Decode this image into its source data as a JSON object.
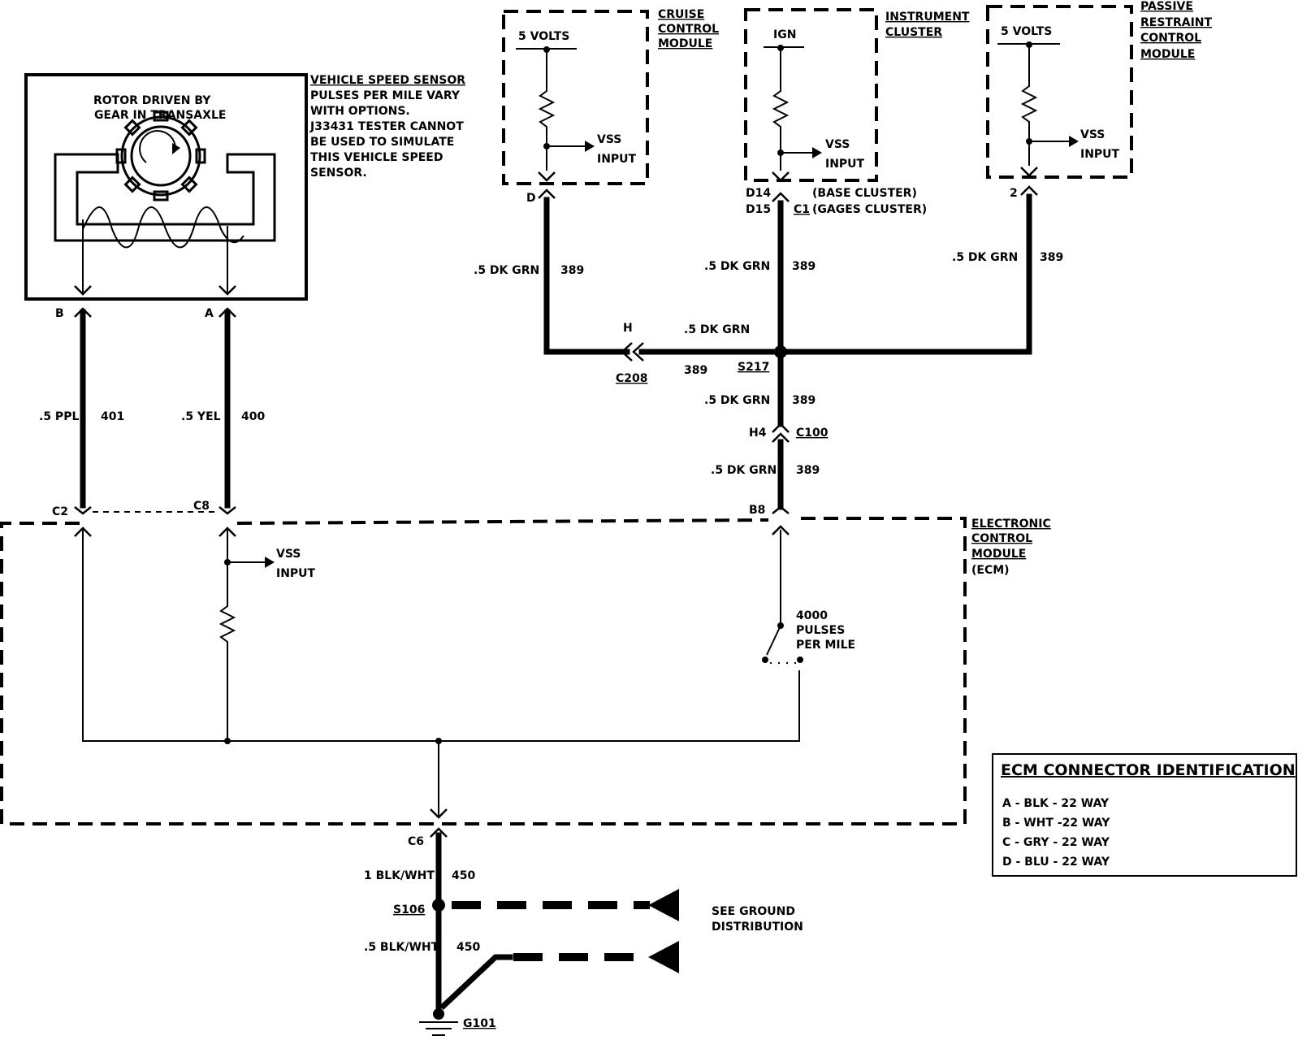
{
  "modules": {
    "cruise": {
      "title_lines": [
        "CRUISE",
        "CONTROL",
        "MODULE"
      ],
      "source": "5 VOLTS",
      "output_lines": [
        "VSS",
        "INPUT"
      ],
      "pin": "D"
    },
    "cluster": {
      "title_lines": [
        "INSTRUMENT",
        "CLUSTER"
      ],
      "source": "IGN",
      "output_lines": [
        "VSS",
        "INPUT"
      ],
      "pins": [
        "D14",
        "D15"
      ],
      "pin_note_1": "(BASE CLUSTER)",
      "pin_note_2_id": "C1",
      "pin_note_2_text": "(GAGES CLUSTER)"
    },
    "passive": {
      "title_lines": [
        "PASSIVE",
        "RESTRAINT",
        "CONTROL",
        "MODULE"
      ],
      "source": "5 VOLTS",
      "output_lines": [
        "VSS",
        "INPUT"
      ],
      "pin": "2"
    },
    "ecm": {
      "title_lines": [
        "ELECTRONIC",
        "CONTROL",
        "MODULE",
        "(ECM)"
      ],
      "output_lines": [
        "VSS",
        "INPUT"
      ],
      "switch_lines": [
        "4000",
        "PULSES",
        "PER MILE"
      ]
    }
  },
  "sensor": {
    "rotor_lines": [
      "ROTOR DRIVEN BY",
      "GEAR IN TRANSAXLE"
    ],
    "note_lines": [
      "VEHICLE SPEED SENSOR",
      "PULSES PER MILE VARY",
      "WITH OPTIONS.",
      "J33431 TESTER CANNOT",
      "BE USED TO SIMULATE",
      "THIS VEHICLE SPEED",
      "SENSOR."
    ],
    "pin_b": "B",
    "pin_a": "A"
  },
  "wires": {
    "ppl": {
      "gauge_color": ".5 PPL",
      "circuit": "401"
    },
    "yel": {
      "gauge_color": ".5 YEL",
      "circuit": "400"
    },
    "cruise_grn": {
      "gauge_color": ".5 DK GRN",
      "circuit": "389"
    },
    "cluster_grn": {
      "gauge_color": ".5 DK GRN",
      "circuit": "389"
    },
    "passive_grn": {
      "gauge_color": ".5 DK GRN",
      "circuit": "389"
    },
    "h_grn": {
      "gauge_color": ".5 DK GRN",
      "circuit": "389"
    },
    "s217_down": {
      "gauge_color": ".5 DK GRN",
      "circuit": "389"
    },
    "c100_down": {
      "gauge_color": ".5 DK GRN",
      "circuit": "389"
    },
    "ground_1": {
      "gauge_color": "1 BLK/WHT",
      "circuit": "450"
    },
    "ground_2": {
      "gauge_color": ".5 BLK/WHT",
      "circuit": "450"
    }
  },
  "connectors": {
    "h": "H",
    "c208": "C208",
    "s217": "S217",
    "h4": "H4",
    "c100": "C100",
    "b8": "B8",
    "c2": "C2",
    "c8": "C8",
    "c6": "C6",
    "s106": "S106",
    "g101": "G101"
  },
  "ground_note_lines": [
    "SEE GROUND",
    "DISTRIBUTION"
  ],
  "legend": {
    "title": "ECM CONNECTOR IDENTIFICATION",
    "items": [
      "A - BLK - 22 WAY",
      "B - WHT -22 WAY",
      "C - GRY - 22 WAY",
      "D - BLU - 22 WAY"
    ]
  }
}
